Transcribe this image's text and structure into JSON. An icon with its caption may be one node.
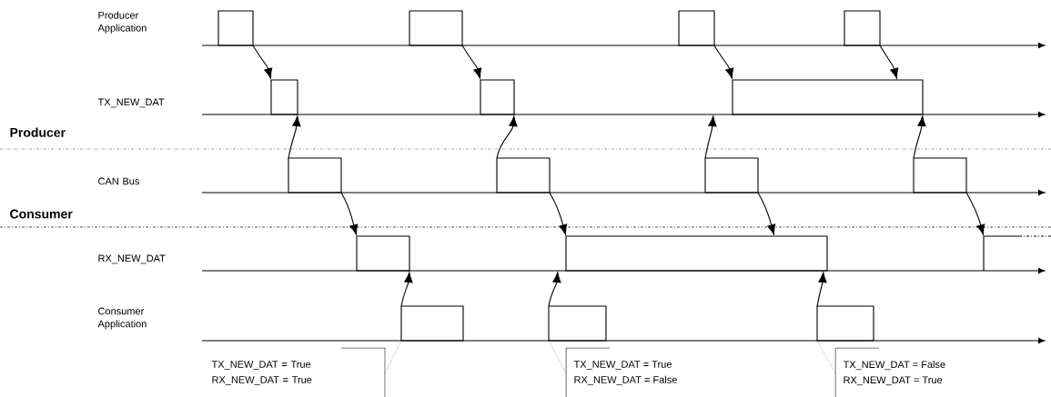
{
  "diagram": {
    "nodes": [
      {
        "text": [],
        "shape": "bar"
      },
      {
        "text": [],
        "shape": "bar"
      },
      {
        "text": [],
        "shape": "bar"
      },
      {
        "text": [],
        "shape": "bar"
      },
      {
        "text": [],
        "shape": "bar"
      },
      {
        "text": [],
        "shape": "bar"
      },
      {
        "text": [],
        "shape": "bar"
      },
      {
        "text": [],
        "shape": "bar"
      },
      {
        "text": [],
        "shape": "bar"
      },
      {
        "text": [],
        "shape": "bar"
      },
      {
        "text": [],
        "shape": "bar"
      },
      {
        "text": [],
        "shape": "bar"
      },
      {
        "text": [],
        "shape": "bar"
      },
      {
        "text": [],
        "shape": "step"
      },
      {
        "text": [],
        "shape": "bar"
      },
      {
        "text": [],
        "shape": "bar"
      },
      {
        "text": [],
        "shape": "bar"
      },
      {
        "text": [
          "TX_NEW_DAT = True",
          "RX_NEW_DAT = True"
        ]
      },
      {
        "text": [
          "TX_NEW_DAT = True",
          "RX_NEW_DAT = False"
        ]
      },
      {
        "text": [
          "TX_NEW_DAT = False",
          "RX_NEW_DAT = True"
        ]
      }
    ],
    "edges": [
      {
        "from": 0,
        "to": 4,
        "arrow": "to"
      },
      {
        "from": 7,
        "to": 4,
        "arrow": "to"
      },
      {
        "from": 7,
        "to": 11,
        "arrow": "to"
      },
      {
        "from": 14,
        "to": 11,
        "arrow": "to"
      },
      {
        "from": 1,
        "to": 5,
        "arrow": "to"
      },
      {
        "from": 8,
        "to": 5,
        "arrow": "to"
      },
      {
        "from": 8,
        "to": 12,
        "arrow": "to"
      },
      {
        "from": 15,
        "to": 12,
        "arrow": "to"
      },
      {
        "from": 2,
        "to": 6,
        "arrow": "to"
      },
      {
        "from": 9,
        "to": 6,
        "arrow": "to"
      },
      {
        "from": 9,
        "to": 12,
        "arrow": "to"
      },
      {
        "from": 16,
        "to": 12,
        "arrow": "to"
      },
      {
        "from": 3,
        "to": 6,
        "arrow": "to"
      },
      {
        "from": 10,
        "to": 6,
        "arrow": "to"
      },
      {
        "from": 10,
        "to": 13,
        "arrow": "to"
      },
      {
        "from": 17,
        "to": 14,
        "arrow": "none",
        "style": "dashed"
      },
      {
        "from": 18,
        "to": 15,
        "arrow": "none",
        "style": "dashed"
      },
      {
        "from": 19,
        "to": 16,
        "arrow": "none",
        "style": "dashed"
      }
    ],
    "labels": [
      "Producer Application",
      "TX_NEW_DAT",
      "Producer",
      "CAN Bus",
      "Consumer",
      "RX_NEW_DAT",
      "Consumer Application"
    ]
  }
}
